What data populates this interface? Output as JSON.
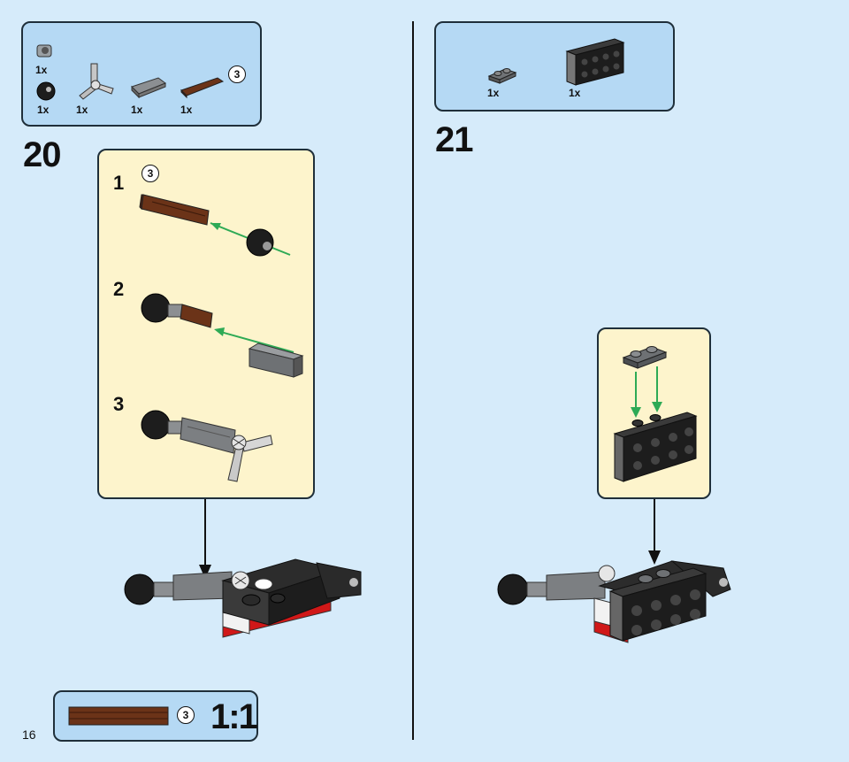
{
  "step20": {
    "number": "20",
    "parts": [
      {
        "name": "technic-pin-connector",
        "qty": "1x"
      },
      {
        "name": "ball-joint-black",
        "qty": "1x"
      },
      {
        "name": "technic-axle-connector-3-way",
        "qty": "1x"
      },
      {
        "name": "technic-axle-connector-gray",
        "qty": "1x"
      },
      {
        "name": "brown-axle-3",
        "qty": "1x",
        "length": "3"
      }
    ],
    "substeps": [
      {
        "number": "1",
        "length": "3"
      },
      {
        "number": "2"
      },
      {
        "number": "3"
      }
    ]
  },
  "step21": {
    "number": "21",
    "parts": [
      {
        "name": "plate-1x2-dark-gray",
        "qty": "1x"
      },
      {
        "name": "plate-2x4-black",
        "qty": "1x"
      }
    ]
  },
  "scale_check": {
    "length": "3",
    "ratio": "1:1"
  },
  "page": {
    "number": "16"
  },
  "colors": {
    "background": "#d6ebfa",
    "parts_panel": "#b5d9f4",
    "substep_panel": "#fdf4cc",
    "arrow_green": "#2eaa55",
    "axle_brown": "#6b3318"
  }
}
